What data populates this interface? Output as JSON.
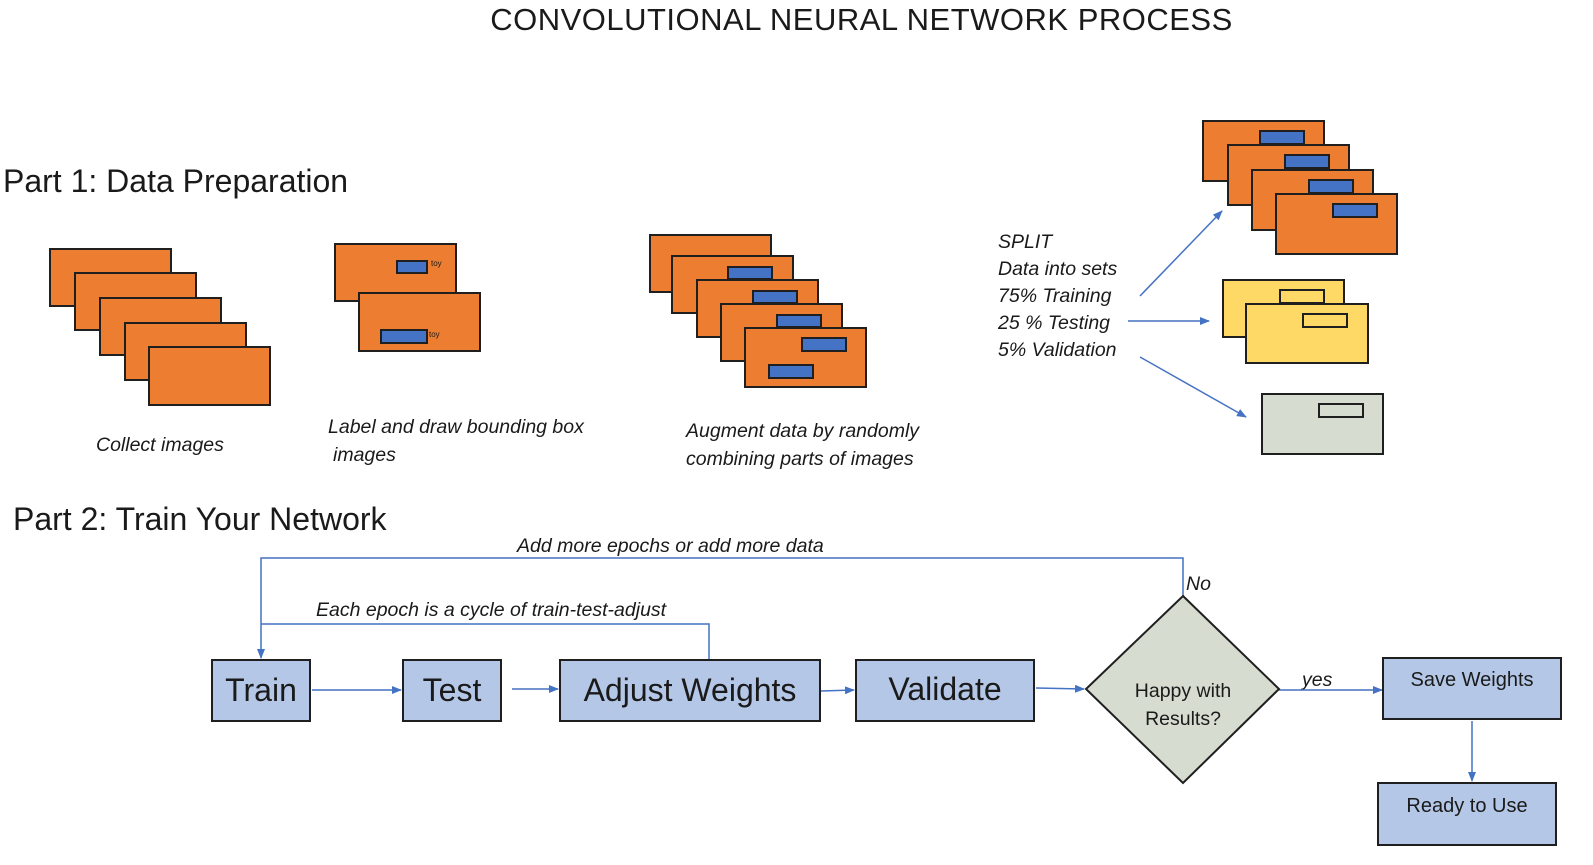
{
  "title": "CONVOLUTIONAL NEURAL NETWORK PROCESS",
  "part1": {
    "heading": "Part 1: Data Preparation",
    "collect_caption": "Collect images",
    "label_caption_line1": "Label and draw bounding box",
    "label_caption_line2": "images",
    "toy_label": "toy",
    "augment_caption_line1": "Augment data by randomly",
    "augment_caption_line2": "combining parts of images",
    "split": {
      "line1": "SPLIT",
      "line2": "Data into sets",
      "line3": "75% Training",
      "line4": "25 % Testing",
      "line5": "5% Validation"
    }
  },
  "part2": {
    "heading": "Part 2: Train Your Network",
    "loop_outer_label": "Add more epochs or add more data",
    "loop_inner_label": "Each epoch is a cycle of train-test-adjust",
    "no_label": "No",
    "yes_label": "yes",
    "steps": {
      "train": "Train",
      "test": "Test",
      "adjust": "Adjust Weights",
      "validate": "Validate",
      "decision_line1": "Happy with",
      "decision_line2": "Results?",
      "save": "Save Weights",
      "ready": "Ready to Use"
    }
  },
  "colors": {
    "image_fill": "#ED7D31",
    "bbox_fill": "#4472C4",
    "testing_fill": "#FFD966",
    "validation_fill": "#D6DCD0",
    "step_fill": "#B4C7E7",
    "arrow": "#4472C4"
  }
}
